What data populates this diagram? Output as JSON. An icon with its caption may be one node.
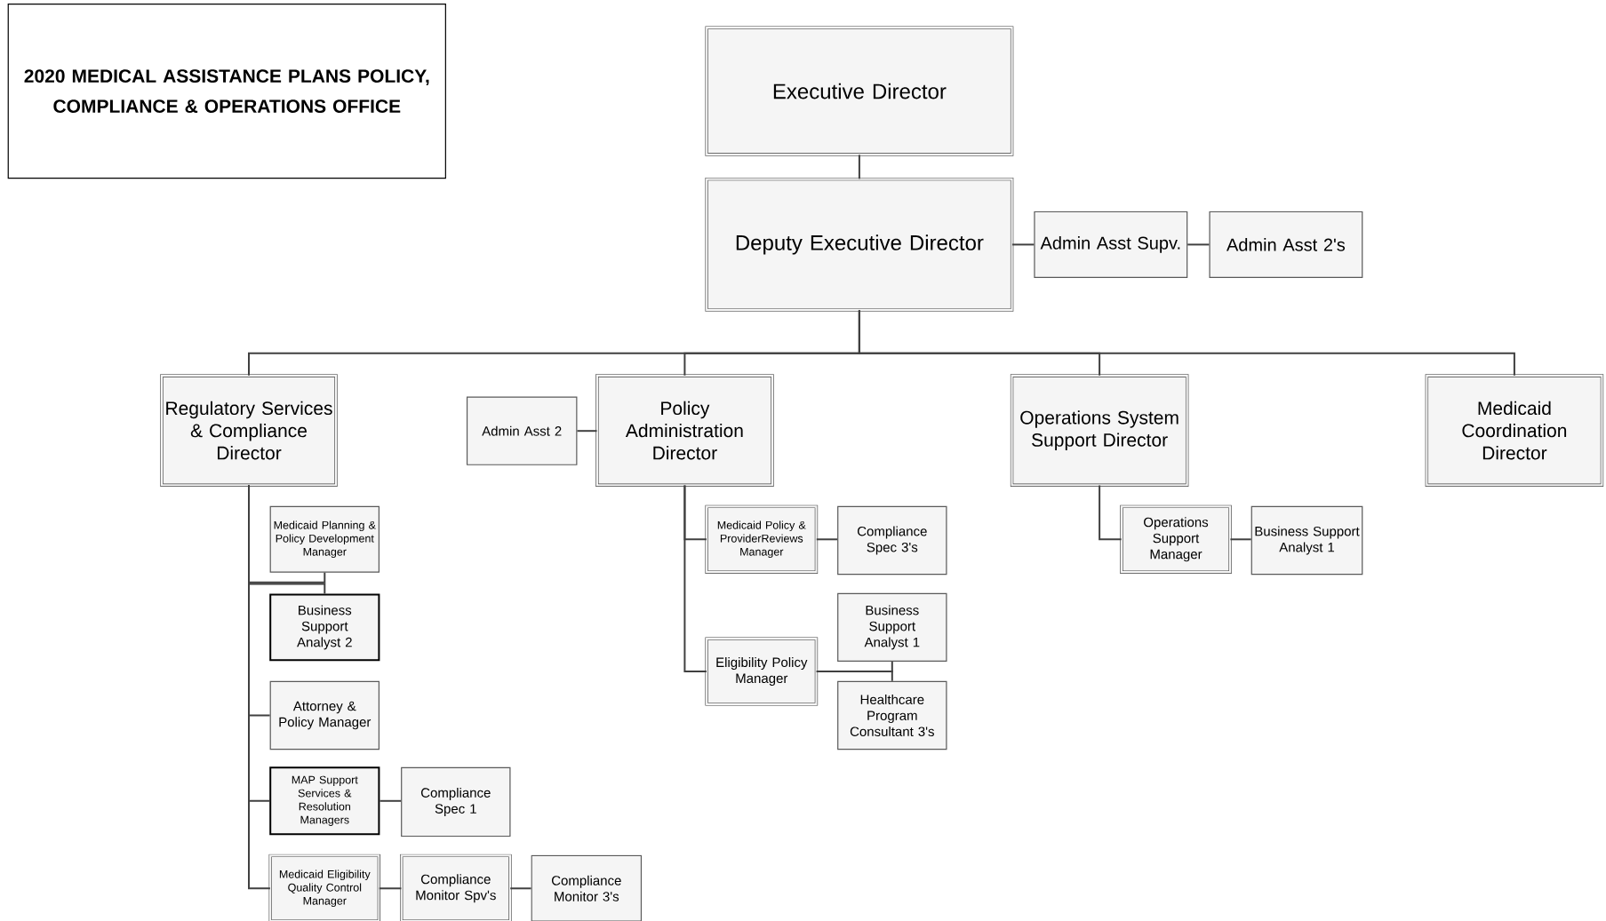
{
  "diagram": {
    "title": "2020 MEDICAL ASSISTANCE PLANS POLICY, COMPLIANCE & OPERATIONS OFFICE",
    "nodes": [
      {
        "text": [
          "Executive Director"
        ]
      },
      {
        "text": [
          "Deputy Executive Director"
        ]
      },
      {
        "text": [
          "Admin Asst Supv."
        ]
      },
      {
        "text": [
          "Admin Asst 2's"
        ]
      },
      {
        "text": [
          "Regulatory Services & Compliance Director"
        ]
      },
      {
        "text": [
          "Admin Asst 2"
        ]
      },
      {
        "text": [
          "Policy Administration Director"
        ]
      },
      {
        "text": [
          "Operations System Support Director"
        ]
      },
      {
        "text": [
          "Medicaid Coordination Director"
        ]
      },
      {
        "text": [
          "Medicaid Planning & Policy Development Manager"
        ]
      },
      {
        "text": [
          "Business Support Analyst 2"
        ]
      },
      {
        "text": [
          "Attorney & Policy Manager"
        ]
      },
      {
        "text": [
          "MAP Support Services & Resolution Managers"
        ]
      },
      {
        "text": [
          "Compliance Spec 1"
        ]
      },
      {
        "text": [
          "Medicaid Eligibility Quality Control Manager"
        ]
      },
      {
        "text": [
          "Compliance Monitor Spv's"
        ]
      },
      {
        "text": [
          "Compliance Monitor 3's"
        ]
      },
      {
        "text": [
          "Medicaid Policy & ProviderReviews Manager"
        ]
      },
      {
        "text": [
          "Compliance Spec 3's"
        ]
      },
      {
        "text": [
          "Business Support Analyst 1"
        ]
      },
      {
        "text": [
          "Eligibility Policy Manager"
        ]
      },
      {
        "text": [
          "Healthcare Program Consultant 3's"
        ]
      },
      {
        "text": [
          "Operations Support Manager"
        ]
      },
      {
        "text": [
          "Business Support Analyst 1"
        ]
      }
    ],
    "edges": [
      {
        "from": 0,
        "to": 1,
        "arrow": "none"
      },
      {
        "from": 1,
        "to": 2,
        "arrow": "none"
      },
      {
        "from": 2,
        "to": 3,
        "arrow": "none"
      },
      {
        "from": 1,
        "to": 4,
        "arrow": "none"
      },
      {
        "from": 1,
        "to": 6,
        "arrow": "none"
      },
      {
        "from": 1,
        "to": 7,
        "arrow": "none"
      },
      {
        "from": 1,
        "to": 8,
        "arrow": "none"
      },
      {
        "from": 5,
        "to": 6,
        "arrow": "none"
      },
      {
        "from": 4,
        "to": 9,
        "arrow": "none"
      },
      {
        "from": 4,
        "to": 10,
        "arrow": "none"
      },
      {
        "from": 4,
        "to": 11,
        "arrow": "none"
      },
      {
        "from": 4,
        "to": 12,
        "arrow": "none"
      },
      {
        "from": 4,
        "to": 14,
        "arrow": "none"
      },
      {
        "from": 12,
        "to": 13,
        "arrow": "none"
      },
      {
        "from": 14,
        "to": 15,
        "arrow": "none"
      },
      {
        "from": 15,
        "to": 16,
        "arrow": "none"
      },
      {
        "from": 6,
        "to": 17,
        "arrow": "none"
      },
      {
        "from": 6,
        "to": 20,
        "arrow": "none"
      },
      {
        "from": 17,
        "to": 18,
        "arrow": "none"
      },
      {
        "from": 20,
        "to": 19,
        "arrow": "none"
      },
      {
        "from": 20,
        "to": 21,
        "arrow": "none"
      },
      {
        "from": 7,
        "to": 22,
        "arrow": "none"
      },
      {
        "from": 22,
        "to": 23,
        "arrow": "none"
      }
    ]
  }
}
